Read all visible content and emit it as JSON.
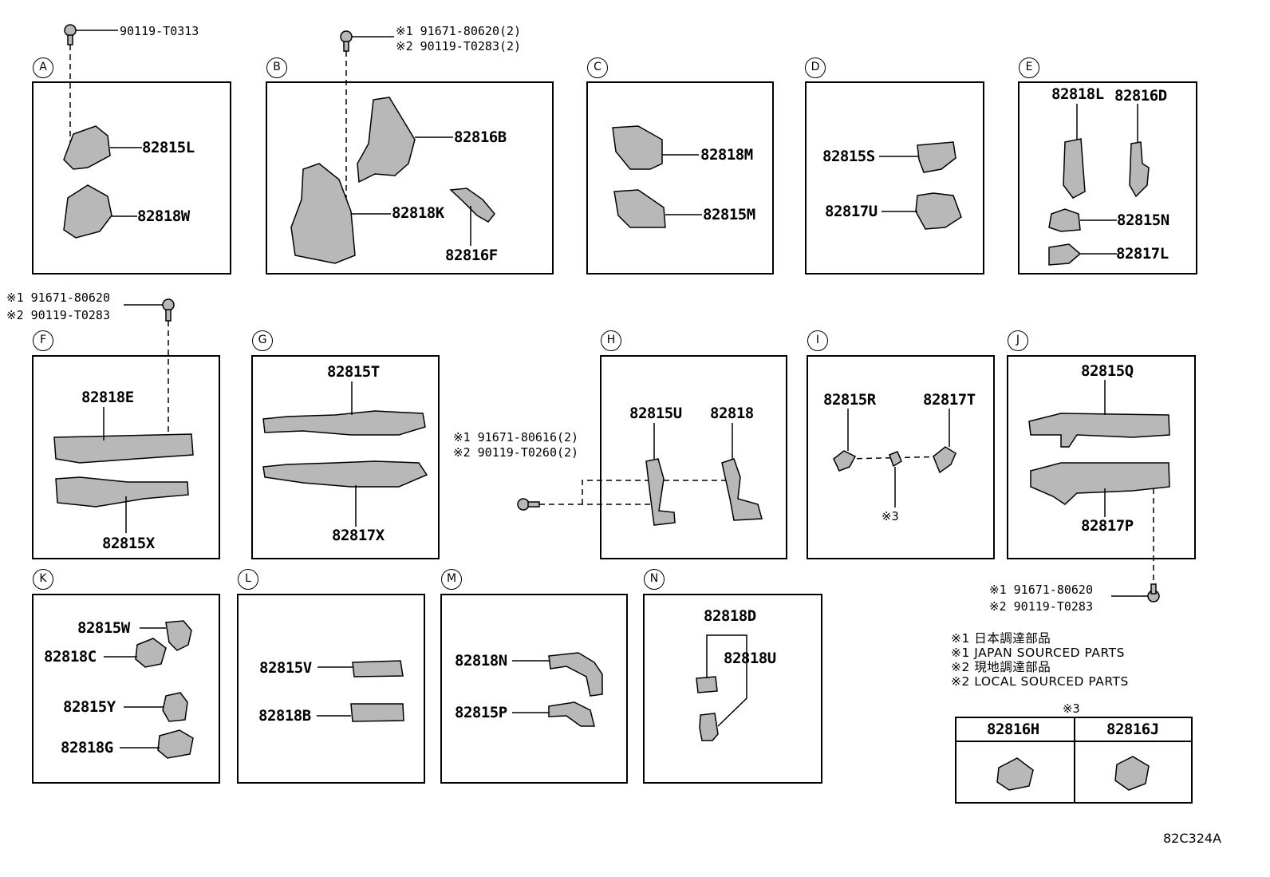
{
  "panels": {
    "A": {
      "tag": "A",
      "parts": [
        "82815L",
        "82818W"
      ]
    },
    "B": {
      "tag": "B",
      "parts": [
        "82816B",
        "82818K",
        "82816F"
      ]
    },
    "C": {
      "tag": "C",
      "parts": [
        "82818M",
        "82815M"
      ]
    },
    "D": {
      "tag": "D",
      "parts": [
        "82815S",
        "82817U"
      ]
    },
    "E": {
      "tag": "E",
      "parts": [
        "82818L",
        "82816D",
        "82815N",
        "82817L"
      ]
    },
    "F": {
      "tag": "F",
      "parts": [
        "82818E",
        "82815X"
      ]
    },
    "G": {
      "tag": "G",
      "parts": [
        "82815T",
        "82817X"
      ]
    },
    "H": {
      "tag": "H",
      "parts": [
        "82815U",
        "82818"
      ]
    },
    "I": {
      "tag": "I",
      "parts": [
        "82815R",
        "82817T"
      ],
      "ref": "※3"
    },
    "J": {
      "tag": "J",
      "parts": [
        "82815Q",
        "82817P"
      ]
    },
    "K": {
      "tag": "K",
      "parts": [
        "82815W",
        "82818C",
        "82815Y",
        "82818G"
      ]
    },
    "L": {
      "tag": "L",
      "parts": [
        "82815V",
        "82818B"
      ]
    },
    "M": {
      "tag": "M",
      "parts": [
        "82818N",
        "82815P"
      ]
    },
    "N": {
      "tag": "N",
      "parts": [
        "82818D",
        "82818U"
      ]
    }
  },
  "fasteners": {
    "a": {
      "line1": "90119-T0313"
    },
    "b": {
      "line1": "※1 91671-80620(2)",
      "line2": "※2 90119-T0283(2)"
    },
    "f": {
      "line1": "※1 91671-80620",
      "line2": "※2 90119-T0283"
    },
    "h": {
      "line1": "※1 91671-80616(2)",
      "line2": "※2 90119-T0260(2)"
    },
    "j": {
      "line1": "※1 91671-80620",
      "line2": "※2 90119-T0283"
    }
  },
  "legend": [
    "※1 日本調達部品",
    "※1 JAPAN SOURCED PARTS",
    "※2 現地調達部品",
    "※2 LOCAL SOURCED PARTS"
  ],
  "x3_table": {
    "title": "※3",
    "cols": [
      "82816H",
      "82816J"
    ]
  },
  "diagram_id": "82C324A"
}
